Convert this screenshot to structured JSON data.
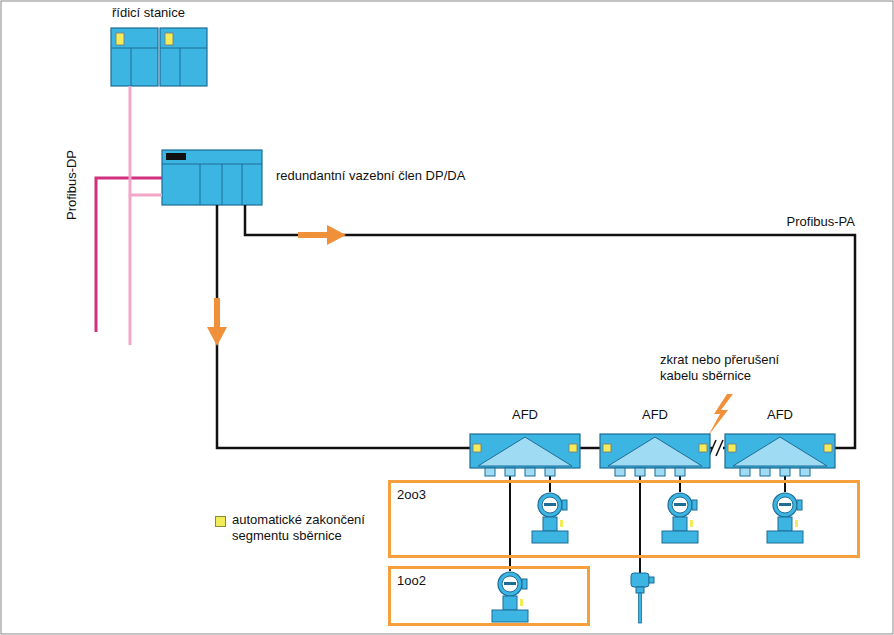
{
  "diagram": {
    "nodes": [
      {
        "text": [
          "řídicí stanice"
        ]
      },
      {
        "text": [
          "redundantní vazební člen DP/DA"
        ]
      },
      {
        "text": [
          "AFD"
        ]
      },
      {
        "text": [
          "AFD"
        ]
      },
      {
        "text": [
          "AFD"
        ]
      },
      {
        "text": [
          "2oo3"
        ]
      },
      {
        "text": [
          "1oo2"
        ]
      }
    ],
    "edges": [
      {
        "from": 0,
        "to": 1,
        "arrow": "none"
      },
      {
        "from": 1,
        "to": 2,
        "arrow": "none"
      },
      {
        "from": 1,
        "to": 4,
        "arrow": "none",
        "label": "Profibus-PA"
      },
      {
        "from": 2,
        "to": 3,
        "arrow": "none"
      },
      {
        "from": 3,
        "to": 4,
        "arrow": "none"
      }
    ],
    "labels": [
      "Profibus-DP",
      "zkrat nebo přerušení kabelu sběrnice"
    ],
    "legend": [
      {
        "text": "automatické zakončení segmentu sběrnice",
        "color": "#f2ec5a"
      }
    ]
  }
}
